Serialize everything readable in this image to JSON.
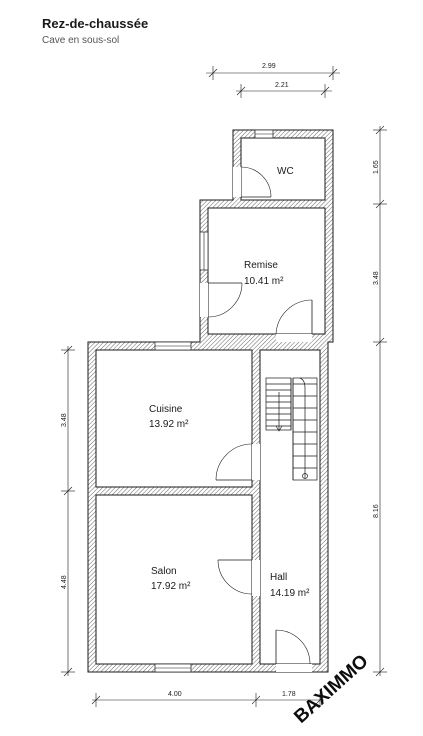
{
  "header": {
    "title": "Rez-de-chaussée",
    "subtitle": "Cave en sous-sol"
  },
  "dimensions": {
    "top_outer": "2.99",
    "top_inner": "2.21",
    "right_top": "1.65",
    "right_middle": "3.48",
    "right_bottom": "8.16",
    "left_top": "3.48",
    "left_bottom": "4.48",
    "bottom_left": "4.00",
    "bottom_right": "1.78"
  },
  "rooms": {
    "wc": {
      "name": "WC"
    },
    "remise": {
      "name": "Remise",
      "area": "10.41 m²"
    },
    "cuisine": {
      "name": "Cuisine",
      "area": "13.92 m²"
    },
    "salon": {
      "name": "Salon",
      "area": "17.92 m²"
    },
    "hall": {
      "name": "Hall",
      "area": "14.19 m²"
    }
  },
  "watermark": "BAXIMMO",
  "colors": {
    "wall_fill": "#ffffff",
    "wall_hatch": "#555555",
    "line": "#1a1a1a"
  }
}
